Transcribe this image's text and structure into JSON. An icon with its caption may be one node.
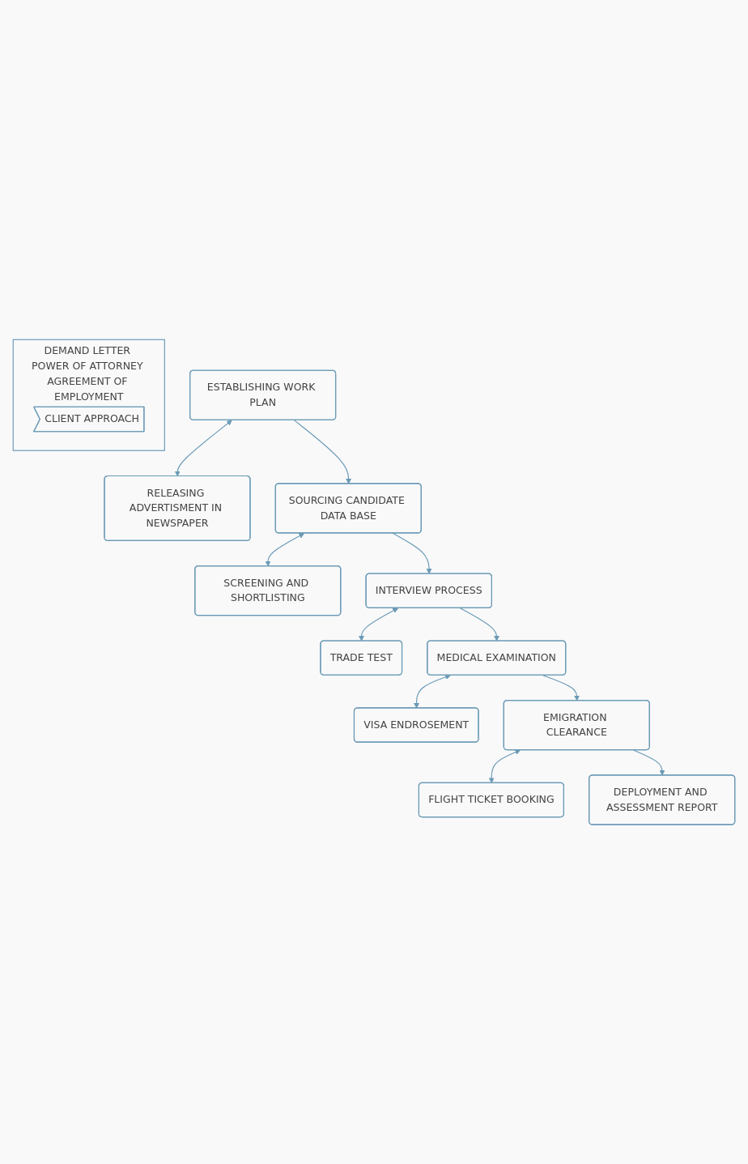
{
  "diagram": {
    "nodes": [
      {
        "text": [
          "DEMAND LETTER POWER OF ATTORNEY AGREEMENT OF EMPLOYMENT"
        ]
      },
      {
        "text": [
          "CLIENT APPROACH"
        ],
        "in": 0
      },
      {
        "text": [
          "ESTABLISHING WORK PLAN"
        ]
      },
      {
        "text": [
          "RELEASING ADVERTISMENT IN NEWSPAPER"
        ]
      },
      {
        "text": [
          "SOURCING CANDIDATE DATA BASE"
        ]
      },
      {
        "text": [
          "SCREENING AND SHORTLISTING"
        ]
      },
      {
        "text": [
          "INTERVIEW PROCESS"
        ]
      },
      {
        "text": [
          "TRADE TEST"
        ]
      },
      {
        "text": [
          "MEDICAL EXAMINATION"
        ]
      },
      {
        "text": [
          "VISA ENDROSEMENT"
        ]
      },
      {
        "text": [
          "EMIGRATION CLEARANCE"
        ]
      },
      {
        "text": [
          "FLIGHT TICKET BOOKING"
        ]
      },
      {
        "text": [
          "DEPLOYMENT AND ASSESSMENT REPORT"
        ]
      }
    ],
    "edges": [
      {
        "from": 2,
        "to": 3,
        "arrow": "both"
      },
      {
        "from": 2,
        "to": 4,
        "arrow": "to"
      },
      {
        "from": 4,
        "to": 5,
        "arrow": "both"
      },
      {
        "from": 4,
        "to": 6,
        "arrow": "to"
      },
      {
        "from": 6,
        "to": 7,
        "arrow": "both"
      },
      {
        "from": 6,
        "to": 8,
        "arrow": "to"
      },
      {
        "from": 8,
        "to": 9,
        "arrow": "both"
      },
      {
        "from": 8,
        "to": 10,
        "arrow": "to"
      },
      {
        "from": 10,
        "to": 11,
        "arrow": "both"
      },
      {
        "from": 10,
        "to": 12,
        "arrow": "to"
      }
    ]
  }
}
